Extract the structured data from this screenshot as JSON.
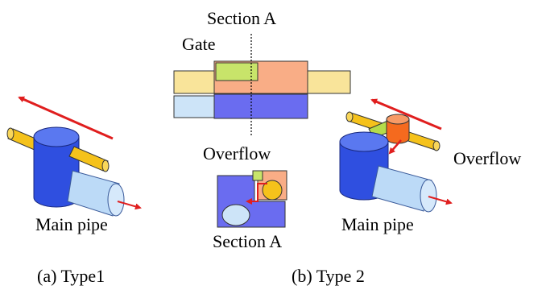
{
  "labels": {
    "section_a_top": "Section A",
    "gate": "Gate",
    "overflow_center": "Overflow",
    "overflow_right": "Overflow",
    "section_a_bottom": "Section A",
    "main_pipe_left": "Main pipe",
    "main_pipe_right": "Main pipe",
    "caption_a": "(a) Type1",
    "caption_b": "(b) Type 2"
  },
  "colors": {
    "blue_dark": "#2f4fe0",
    "blue_light": "#bcdaf7",
    "yellow": "#f5c21b",
    "green": "#b4dc4a",
    "orange": "#f79a66",
    "violet": "#6a6cf0",
    "red": "#e01e1e"
  }
}
